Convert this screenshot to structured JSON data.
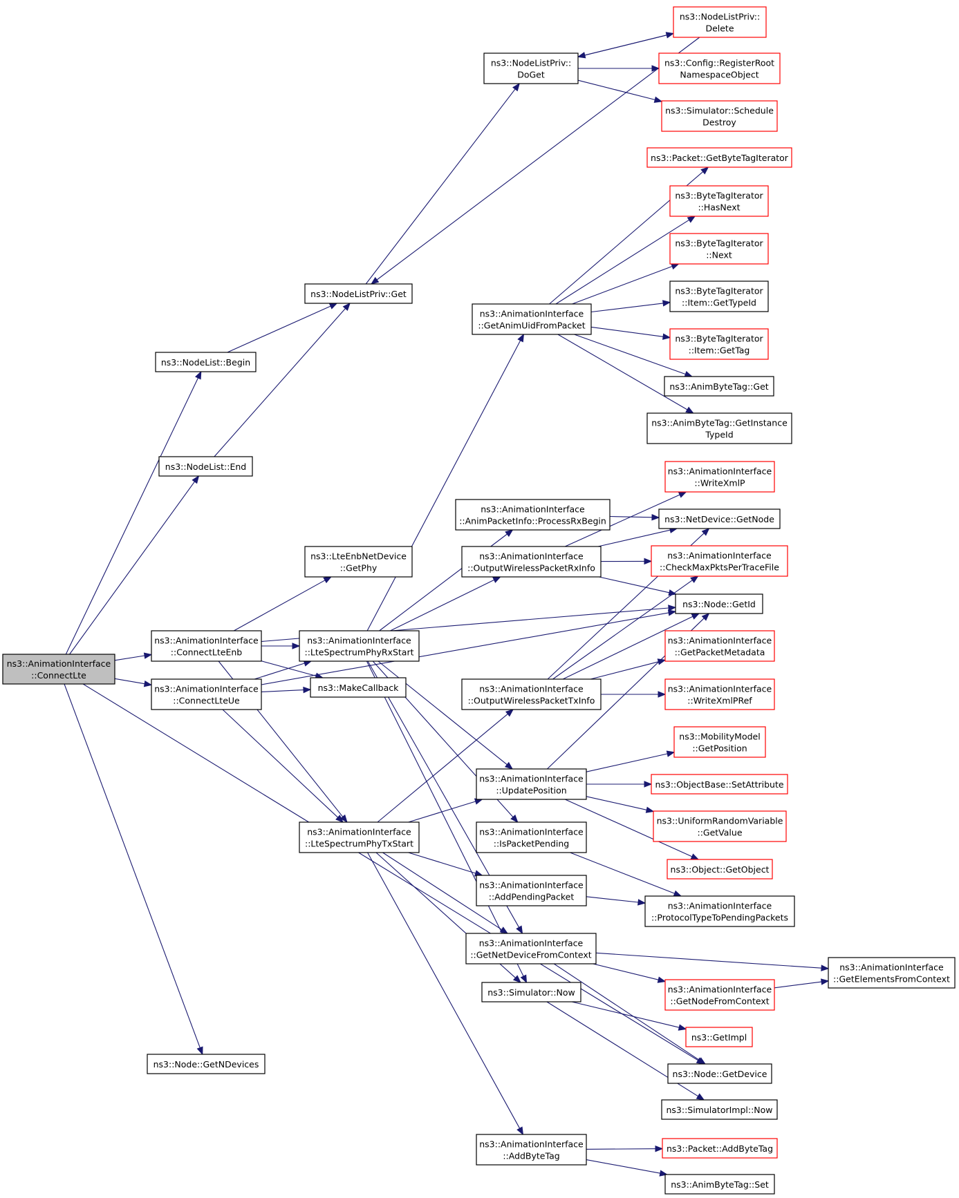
{
  "colors": {
    "edge": "#191970",
    "border_normal": "#000000",
    "border_truncated": "#ff0000",
    "fill_root": "#bfbfbf",
    "fill_normal": "#ffffff"
  },
  "nodes": [
    {
      "id": "connectLte",
      "lines": [
        "ns3::AnimationInterface",
        "::ConnectLte"
      ],
      "root": true,
      "truncated": false
    },
    {
      "id": "nlBegin",
      "lines": [
        "ns3::NodeList::Begin"
      ],
      "truncated": false
    },
    {
      "id": "nlEnd",
      "lines": [
        "ns3::NodeList::End"
      ],
      "truncated": false
    },
    {
      "id": "nlpGet",
      "lines": [
        "ns3::NodeListPriv::Get"
      ],
      "truncated": false
    },
    {
      "id": "nlpDoGet",
      "lines": [
        "ns3::NodeListPriv::",
        "DoGet"
      ],
      "truncated": false
    },
    {
      "id": "nlpDelete",
      "lines": [
        "ns3::NodeListPriv::",
        "Delete"
      ],
      "truncated": true
    },
    {
      "id": "cfgRegister",
      "lines": [
        "ns3::Config::RegisterRoot",
        "NamespaceObject"
      ],
      "truncated": true
    },
    {
      "id": "simSchedDestroy",
      "lines": [
        "ns3::Simulator::Schedule",
        "Destroy"
      ],
      "truncated": true
    },
    {
      "id": "pktGetByteTagIt",
      "lines": [
        "ns3::Packet::GetByteTagIterator"
      ],
      "truncated": true
    },
    {
      "id": "btiHasNext",
      "lines": [
        "ns3::ByteTagIterator",
        "::HasNext"
      ],
      "truncated": true
    },
    {
      "id": "btiNext",
      "lines": [
        "ns3::ByteTagIterator",
        "::Next"
      ],
      "truncated": true
    },
    {
      "id": "btiItemGetTypeId",
      "lines": [
        "ns3::ByteTagIterator",
        "::Item::GetTypeId"
      ],
      "truncated": false
    },
    {
      "id": "btiItemGetTag",
      "lines": [
        "ns3::ByteTagIterator",
        "::Item::GetTag"
      ],
      "truncated": true
    },
    {
      "id": "abtGet",
      "lines": [
        "ns3::AnimByteTag::Get"
      ],
      "truncated": false
    },
    {
      "id": "abtGetInstTypeId",
      "lines": [
        "ns3::AnimByteTag::GetInstance",
        "TypeId"
      ],
      "truncated": false
    },
    {
      "id": "getAnimUid",
      "lines": [
        "ns3::AnimationInterface",
        "::GetAnimUidFromPacket"
      ],
      "truncated": false
    },
    {
      "id": "writeXmlP",
      "lines": [
        "ns3::AnimationInterface",
        "::WriteXmlP"
      ],
      "truncated": true
    },
    {
      "id": "ndGetNode",
      "lines": [
        "ns3::NetDevice::GetNode"
      ],
      "truncated": false
    },
    {
      "id": "processRxBegin",
      "lines": [
        "ns3::AnimationInterface",
        "::AnimPacketInfo::ProcessRxBegin"
      ],
      "truncated": false
    },
    {
      "id": "checkMaxPkts",
      "lines": [
        "ns3::AnimationInterface",
        "::CheckMaxPktsPerTraceFile"
      ],
      "truncated": true
    },
    {
      "id": "lteEnbGetPhy",
      "lines": [
        "ns3::LteEnbNetDevice",
        "::GetPhy"
      ],
      "truncated": false
    },
    {
      "id": "outRxInfo",
      "lines": [
        "ns3::AnimationInterface",
        "::OutputWirelessPacketRxInfo"
      ],
      "truncated": false
    },
    {
      "id": "nodeGetId",
      "lines": [
        "ns3::Node::GetId"
      ],
      "truncated": false
    },
    {
      "id": "connectLteEnb",
      "lines": [
        "ns3::AnimationInterface",
        "::ConnectLteEnb"
      ],
      "truncated": false
    },
    {
      "id": "lteRxStart",
      "lines": [
        "ns3::AnimationInterface",
        "::LteSpectrumPhyRxStart"
      ],
      "truncated": false
    },
    {
      "id": "getPktMeta",
      "lines": [
        "ns3::AnimationInterface",
        "::GetPacketMetadata"
      ],
      "truncated": true
    },
    {
      "id": "connectLteUe",
      "lines": [
        "ns3::AnimationInterface",
        "::ConnectLteUe"
      ],
      "truncated": false
    },
    {
      "id": "makeCallback",
      "lines": [
        "ns3::MakeCallback"
      ],
      "truncated": false
    },
    {
      "id": "outTxInfo",
      "lines": [
        "ns3::AnimationInterface",
        "::OutputWirelessPacketTxInfo"
      ],
      "truncated": false
    },
    {
      "id": "writeXmlPRef",
      "lines": [
        "ns3::AnimationInterface",
        "::WriteXmlPRef"
      ],
      "truncated": true
    },
    {
      "id": "mmGetPos",
      "lines": [
        "ns3::MobilityModel",
        "::GetPosition"
      ],
      "truncated": true
    },
    {
      "id": "updatePos",
      "lines": [
        "ns3::AnimationInterface",
        "::UpdatePosition"
      ],
      "truncated": false
    },
    {
      "id": "obSetAttr",
      "lines": [
        "ns3::ObjectBase::SetAttribute"
      ],
      "truncated": true
    },
    {
      "id": "urvGetValue",
      "lines": [
        "ns3::UniformRandomVariable",
        "::GetValue"
      ],
      "truncated": true
    },
    {
      "id": "lteTxStart",
      "lines": [
        "ns3::AnimationInterface",
        "::LteSpectrumPhyTxStart"
      ],
      "truncated": false
    },
    {
      "id": "isPktPending",
      "lines": [
        "ns3::AnimationInterface",
        "::IsPacketPending"
      ],
      "truncated": false
    },
    {
      "id": "objGetObject",
      "lines": [
        "ns3::Object::GetObject"
      ],
      "truncated": true
    },
    {
      "id": "addPending",
      "lines": [
        "ns3::AnimationInterface",
        "::AddPendingPacket"
      ],
      "truncated": false
    },
    {
      "id": "protoToPending",
      "lines": [
        "ns3::AnimationInterface",
        "::ProtocolTypeToPendingPackets"
      ],
      "truncated": false
    },
    {
      "id": "getNdFromCtx",
      "lines": [
        "ns3::AnimationInterface",
        "::GetNetDeviceFromContext"
      ],
      "truncated": false
    },
    {
      "id": "getElemFromCtx",
      "lines": [
        "ns3::AnimationInterface",
        "::GetElementsFromContext"
      ],
      "truncated": false
    },
    {
      "id": "getNodeFromCtx",
      "lines": [
        "ns3::AnimationInterface",
        "::GetNodeFromContext"
      ],
      "truncated": true
    },
    {
      "id": "simNow",
      "lines": [
        "ns3::Simulator::Now"
      ],
      "truncated": false
    },
    {
      "id": "getImpl",
      "lines": [
        "ns3::GetImpl"
      ],
      "truncated": true
    },
    {
      "id": "nodeGetNDevices",
      "lines": [
        "ns3::Node::GetNDevices"
      ],
      "truncated": false
    },
    {
      "id": "nodeGetDevice",
      "lines": [
        "ns3::Node::GetDevice"
      ],
      "truncated": false
    },
    {
      "id": "simImplNow",
      "lines": [
        "ns3::SimulatorImpl::Now"
      ],
      "truncated": false
    },
    {
      "id": "addByteTag",
      "lines": [
        "ns3::AnimationInterface",
        "::AddByteTag"
      ],
      "truncated": false
    },
    {
      "id": "pktAddByteTag",
      "lines": [
        "ns3::Packet::AddByteTag"
      ],
      "truncated": true
    },
    {
      "id": "abtSet",
      "lines": [
        "ns3::AnimByteTag::Set"
      ],
      "truncated": false
    }
  ],
  "edges": [
    [
      "connectLte",
      "nlBegin"
    ],
    [
      "connectLte",
      "nlEnd"
    ],
    [
      "connectLte",
      "connectLteEnb"
    ],
    [
      "connectLte",
      "connectLteUe"
    ],
    [
      "connectLte",
      "nodeGetNDevices"
    ],
    [
      "connectLte",
      "nodeGetDevice"
    ],
    [
      "nlBegin",
      "nlpGet"
    ],
    [
      "nlEnd",
      "nlpGet"
    ],
    [
      "nlpGet",
      "nlpDoGet"
    ],
    [
      "nlpDoGet",
      "nlpDelete"
    ],
    [
      "nlpDoGet",
      "cfgRegister"
    ],
    [
      "nlpDoGet",
      "simSchedDestroy"
    ],
    [
      "nlpDelete",
      "nlpDoGet"
    ],
    [
      "nlpDelete",
      "nlpGet"
    ],
    [
      "getAnimUid",
      "pktGetByteTagIt"
    ],
    [
      "getAnimUid",
      "btiHasNext"
    ],
    [
      "getAnimUid",
      "btiNext"
    ],
    [
      "getAnimUid",
      "btiItemGetTypeId"
    ],
    [
      "getAnimUid",
      "btiItemGetTag"
    ],
    [
      "getAnimUid",
      "abtGet"
    ],
    [
      "getAnimUid",
      "abtGetInstTypeId"
    ],
    [
      "processRxBegin",
      "ndGetNode"
    ],
    [
      "outRxInfo",
      "writeXmlP"
    ],
    [
      "outRxInfo",
      "ndGetNode"
    ],
    [
      "outRxInfo",
      "checkMaxPkts"
    ],
    [
      "outRxInfo",
      "nodeGetId"
    ],
    [
      "connectLteEnb",
      "lteEnbGetPhy"
    ],
    [
      "connectLteEnb",
      "nodeGetId"
    ],
    [
      "connectLteEnb",
      "lteRxStart"
    ],
    [
      "connectLteEnb",
      "makeCallback"
    ],
    [
      "connectLteEnb",
      "lteTxStart"
    ],
    [
      "connectLteUe",
      "lteRxStart"
    ],
    [
      "connectLteUe",
      "makeCallback"
    ],
    [
      "connectLteUe",
      "nodeGetId"
    ],
    [
      "connectLteUe",
      "lteTxStart"
    ],
    [
      "lteRxStart",
      "getAnimUid"
    ],
    [
      "lteRxStart",
      "processRxBegin"
    ],
    [
      "lteRxStart",
      "outRxInfo"
    ],
    [
      "lteRxStart",
      "updatePos"
    ],
    [
      "lteRxStart",
      "isPktPending"
    ],
    [
      "lteRxStart",
      "getNdFromCtx"
    ],
    [
      "lteRxStart",
      "simNow"
    ],
    [
      "outTxInfo",
      "ndGetNode"
    ],
    [
      "outTxInfo",
      "checkMaxPkts"
    ],
    [
      "outTxInfo",
      "nodeGetId"
    ],
    [
      "outTxInfo",
      "getPktMeta"
    ],
    [
      "outTxInfo",
      "writeXmlPRef"
    ],
    [
      "updatePos",
      "nodeGetId"
    ],
    [
      "updatePos",
      "mmGetPos"
    ],
    [
      "updatePos",
      "obSetAttr"
    ],
    [
      "updatePos",
      "urvGetValue"
    ],
    [
      "updatePos",
      "objGetObject"
    ],
    [
      "lteTxStart",
      "outTxInfo"
    ],
    [
      "lteTxStart",
      "updatePos"
    ],
    [
      "lteTxStart",
      "addPending"
    ],
    [
      "lteTxStart",
      "getNdFromCtx"
    ],
    [
      "lteTxStart",
      "simNow"
    ],
    [
      "lteTxStart",
      "addByteTag"
    ],
    [
      "isPktPending",
      "protoToPending"
    ],
    [
      "addPending",
      "protoToPending"
    ],
    [
      "getNdFromCtx",
      "getElemFromCtx"
    ],
    [
      "getNdFromCtx",
      "getNodeFromCtx"
    ],
    [
      "getNdFromCtx",
      "nodeGetDevice"
    ],
    [
      "getNodeFromCtx",
      "getElemFromCtx"
    ],
    [
      "simNow",
      "getImpl"
    ],
    [
      "simNow",
      "simImplNow"
    ],
    [
      "addByteTag",
      "pktAddByteTag"
    ],
    [
      "addByteTag",
      "abtSet"
    ]
  ]
}
